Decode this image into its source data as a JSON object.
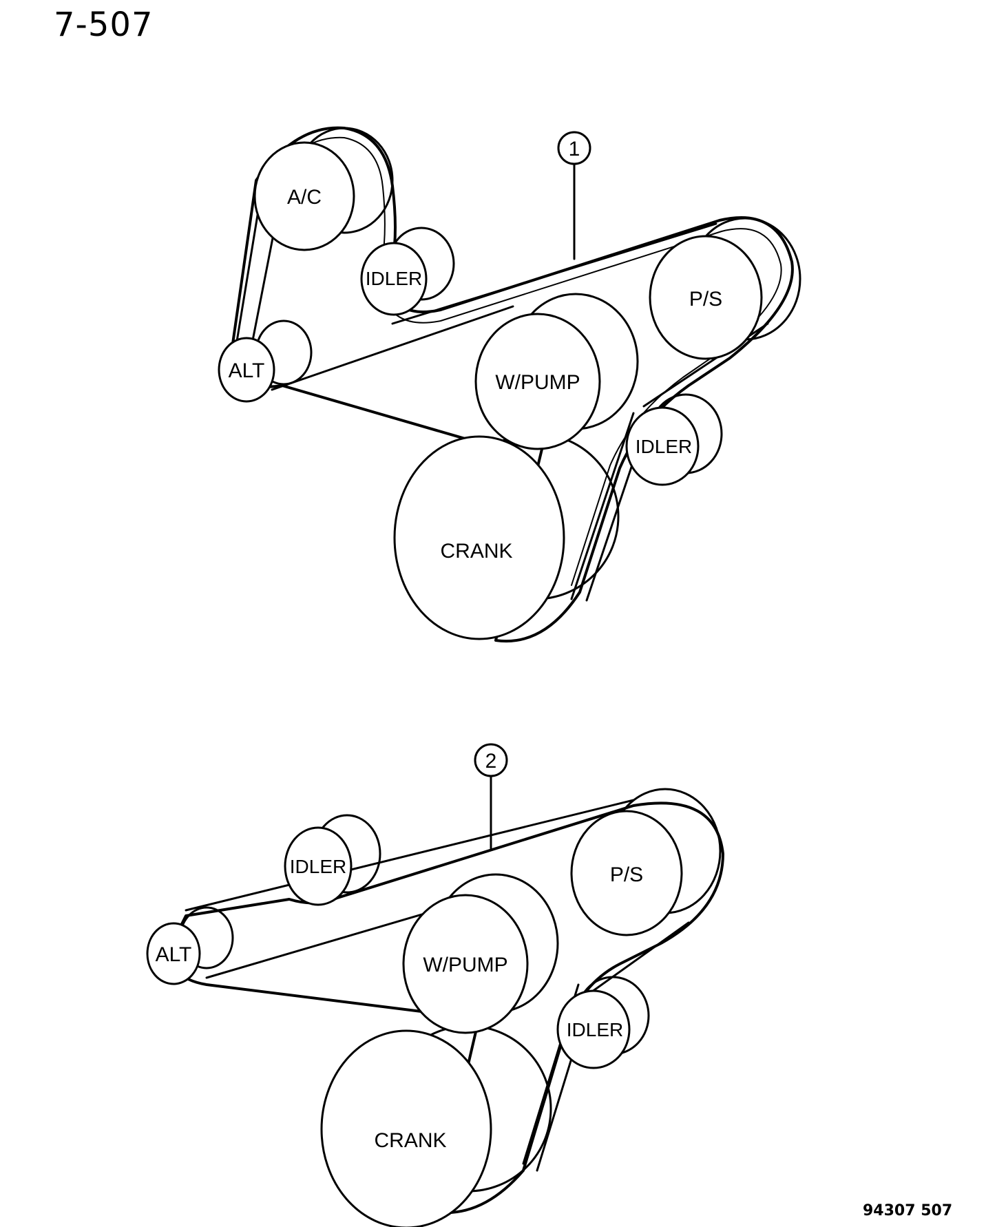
{
  "header": {
    "page_code": "7-507"
  },
  "footer": {
    "figure_code": "94307 507"
  },
  "diagram_1": {
    "callout": "1",
    "pulleys": {
      "ac": "A/C",
      "idler_top": "IDLER",
      "alt": "ALT",
      "ps": "P/S",
      "wpump": "W/PUMP",
      "idler_right": "IDLER",
      "crank": "CRANK"
    }
  },
  "diagram_2": {
    "callout": "2",
    "pulleys": {
      "idler_top": "IDLER",
      "alt": "ALT",
      "ps": "P/S",
      "wpump": "W/PUMP",
      "idler_right": "IDLER",
      "crank": "CRANK"
    }
  },
  "colors": {
    "line": "#000000",
    "background": "#ffffff"
  }
}
